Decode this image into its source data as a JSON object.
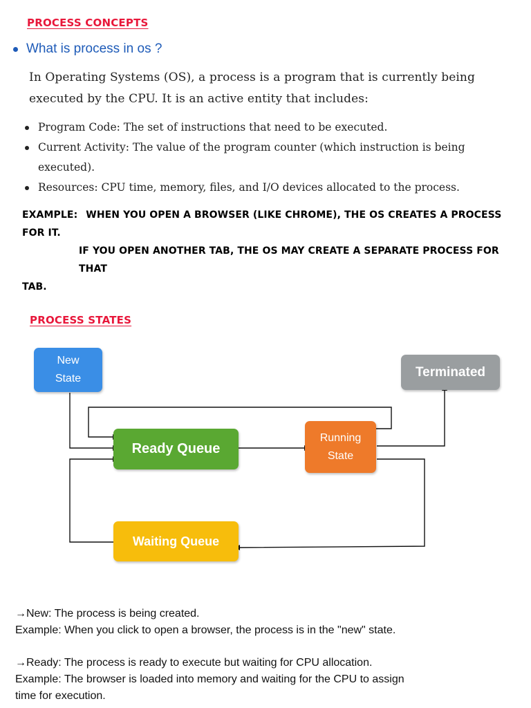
{
  "section1": {
    "heading": "PROCESS CONCEPTS",
    "question": "What is process in os ?",
    "intro_line1": "In Operating Systems (OS), a process is a program that is currently being",
    "intro_line2": "executed by the CPU. It is an active entity that includes:",
    "bullets": [
      {
        "text": "Program Code: The set of instructions that need to be executed."
      },
      {
        "line1": "Current Activity: The value of the program counter (which instruction is being",
        "line2": "executed)."
      },
      {
        "text": "Resources: CPU time, memory, files, and I/O devices allocated to the process."
      }
    ],
    "example_label": "Example:",
    "example_line1": "When you open a browser (like Chrome), the OS creates a process for it.",
    "example_line2": "If you open another tab, the OS may create a separate process for that",
    "example_line3": "tab."
  },
  "section2": {
    "heading": "PROCESS STATES",
    "diagram": {
      "new_line1": "New",
      "new_line2": "State",
      "terminated": "Terminated",
      "ready": "Ready Queue",
      "running_line1": "Running",
      "running_line2": "State",
      "waiting": "Waiting Queue",
      "colors": {
        "new": "#3a8ee6",
        "terminated": "#9a9ea0",
        "ready": "#5aa832",
        "running": "#ee7a2a",
        "waiting": "#f7bd0c"
      }
    }
  },
  "descriptions": [
    {
      "line1": "→New:  The process is being created.",
      "line2": "Example: When you click to open a browser, the process is in the \"new\" state."
    },
    {
      "line1": "→Ready:  The process is ready to execute but waiting for CPU allocation.",
      "line2": "Example: The browser is loaded into memory and waiting for the CPU to assign",
      "line3": "time for execution."
    }
  ]
}
